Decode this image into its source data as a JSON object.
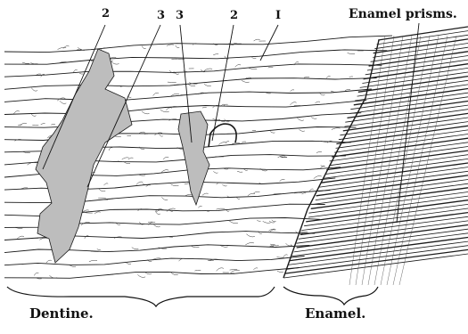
{
  "figure": {
    "labels": {
      "enamel_prisms": "Enamel prisms.",
      "dentine": "Dentine.",
      "enamel": "Enamel."
    },
    "callouts": {
      "c1": "2",
      "c2": "3",
      "c3": "3",
      "c4": "2",
      "c5": "I"
    }
  },
  "colors": {
    "ink": "#1a1a1a",
    "shade": "#bdbdbd",
    "paper": "#ffffff"
  }
}
